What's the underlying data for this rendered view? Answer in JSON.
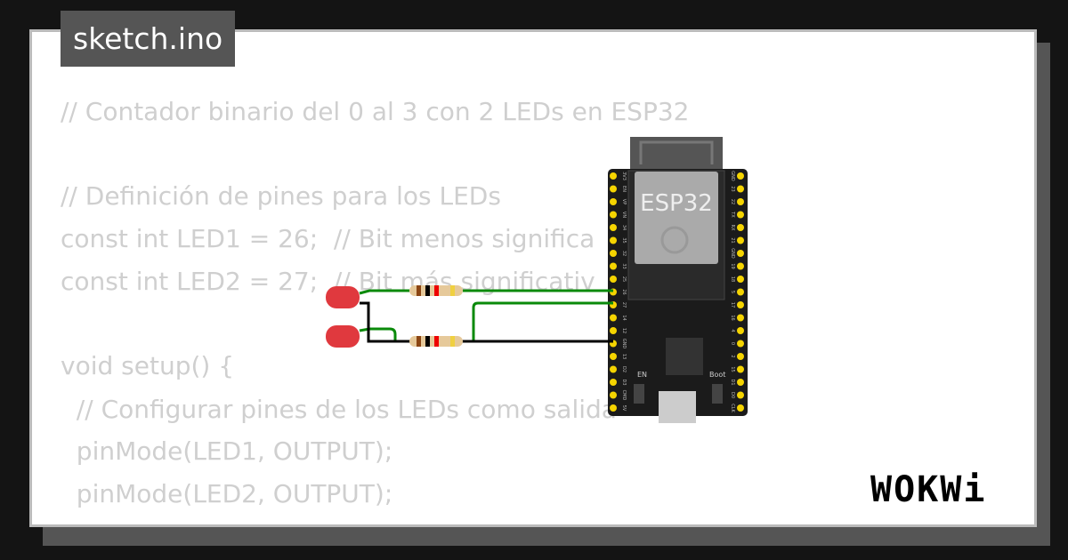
{
  "title": "sketch.ino",
  "code_lines": [
    "// Contador binario del 0 al 3 con 2 LEDs en ESP32",
    "// Definición de pines para los LEDs",
    "const int LED1 = 26;  // Bit menos significa",
    "const int LED2 = 27;  // Bit más significativ",
    "void setup() {",
    "  // Configurar pines de los LEDs como salida",
    "  pinMode(LED1, OUTPUT);",
    "  pinMode(LED2, OUTPUT);"
  ],
  "board": {
    "label": "ESP32",
    "en_label": "EN",
    "boot_label": "Boot",
    "left_pins": [
      "3V3",
      "EN",
      "VP",
      "VN",
      "34",
      "35",
      "32",
      "33",
      "25",
      "26",
      "27",
      "14",
      "12",
      "GND",
      "13",
      "D2",
      "D3",
      "CMD",
      "5V"
    ],
    "right_pins": [
      "GND",
      "23",
      "22",
      "TX",
      "RX",
      "21",
      "GND",
      "19",
      "18",
      "5",
      "17",
      "16",
      "4",
      "0",
      "2",
      "15",
      "D1",
      "D0",
      "CLK"
    ]
  },
  "colors": {
    "led": "#e0393e",
    "wire_green": "#0a8a0a",
    "wire_black": "#000000",
    "pin": "#f5d400"
  },
  "logo": "WOKWi"
}
